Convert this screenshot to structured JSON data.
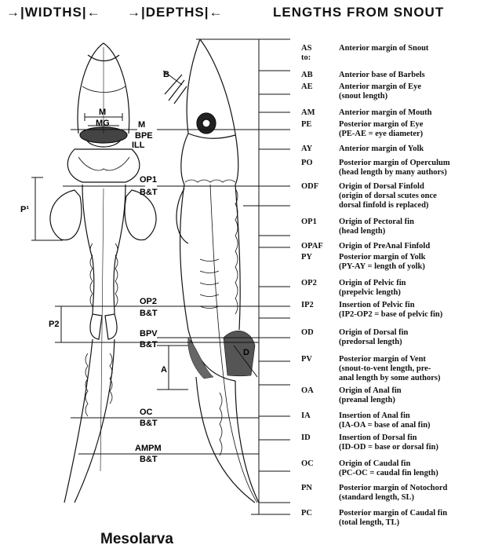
{
  "header": {
    "widths": "WIDTHS",
    "depths": "DEPTHS",
    "lengths": "LENGTHS FROM SNOUT"
  },
  "caption": "Mesolarva",
  "figure_labels": {
    "B": "B",
    "M": "M",
    "MG": "MG",
    "M_right": "M",
    "BPE": "BPE",
    "ILL": "ILL",
    "OP1": "OP1",
    "BT1": "B&T",
    "P1": "P¹",
    "OP2": "OP2",
    "BT2": "B&T",
    "P2": "P2",
    "BPV": "BPV",
    "BT3": "B&T",
    "A": "A",
    "D": "D",
    "OC": "OC",
    "BT4": "B&T",
    "AMPM": "AMPM",
    "BT5": "B&T"
  },
  "legend": [
    {
      "code": "AS\nto:",
      "desc": "Anterior margin of Snout"
    },
    {
      "code": "AB",
      "desc": "Anterior base of Barbels"
    },
    {
      "code": "AE",
      "desc": "Anterior margin of Eye\n(snout length)"
    },
    {
      "code": "AM",
      "desc": "Anterior margin of Mouth"
    },
    {
      "code": "PE",
      "desc": "Posterior margin of Eye\n(PE-AE = eye diameter)"
    },
    {
      "code": "AY",
      "desc": "Anterior margin of Yolk"
    },
    {
      "code": "PO",
      "desc": "Posterior margin of Operculum\n(head length by many authors)"
    },
    {
      "code": "ODF",
      "desc": "Origin of Dorsal Finfold\n(origin of dorsal scutes once\ndorsal finfold is replaced)"
    },
    {
      "code": "OP1",
      "desc": "Origin of Pectoral fin\n(head length)"
    },
    {
      "code": "OPAF",
      "desc": "Origin of PreAnal Finfold"
    },
    {
      "code": "PY",
      "desc": "Posterior margin of Yolk\n(PY-AY = length of yolk)"
    },
    {
      "code": "OP2",
      "desc": "Origin of Pelvic fin\n(prepelvic length)"
    },
    {
      "code": "IP2",
      "desc": "Insertion of Pelvic fin\n(IP2-OP2 = base of pelvic fin)"
    },
    {
      "code": "OD",
      "desc": "Origin of Dorsal fin\n(predorsal length)"
    },
    {
      "code": "PV",
      "desc": "Posterior margin of Vent\n(snout-to-vent length, pre-\nanal length by some authors)"
    },
    {
      "code": "OA",
      "desc": "Origin of Anal fin\n(preanal length)"
    },
    {
      "code": "IA",
      "desc": "Insertion of Anal fin\n(IA-OA = base of anal fin)"
    },
    {
      "code": "ID",
      "desc": "Insertion of Dorsal fin\n(ID-OD = base or dorsal fin)"
    },
    {
      "code": "OC",
      "desc": "Origin of Caudal fin\n(PC-OC = caudal fin length)"
    },
    {
      "code": "PN",
      "desc": "Posterior margin of Notochord\n(standard length, SL)"
    },
    {
      "code": "PC",
      "desc": "Posterior margin of Caudal fin\n(total length, TL)"
    }
  ]
}
